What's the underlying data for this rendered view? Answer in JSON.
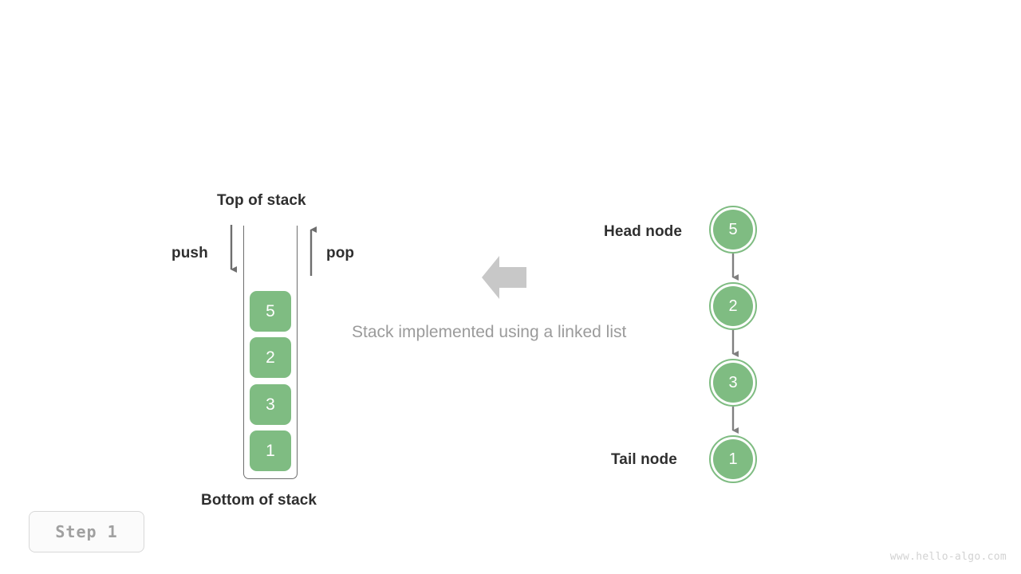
{
  "diagram": {
    "title_caption": "Stack implemented using a linked list",
    "accent_color": "#7fbc82",
    "arrow_color": "#6e6e6e",
    "big_arrow_color": "#c8c8c8",
    "text_color": "#2f2f2f",
    "muted_text_color": "#9b9b9b"
  },
  "stack": {
    "top_label": "Top of stack",
    "bottom_label": "Bottom of stack",
    "push_label": "push",
    "pop_label": "pop",
    "items": [
      {
        "value": "5"
      },
      {
        "value": "2"
      },
      {
        "value": "3"
      },
      {
        "value": "1"
      }
    ]
  },
  "linked_list": {
    "head_label": "Head node",
    "tail_label": "Tail node",
    "nodes": [
      {
        "value": "5"
      },
      {
        "value": "2"
      },
      {
        "value": "3"
      },
      {
        "value": "1"
      }
    ]
  },
  "footer": {
    "step_label": "Step 1",
    "watermark": "www.hello-algo.com"
  },
  "icons": {
    "push_arrow": "arrow-down-icon",
    "pop_arrow": "arrow-up-icon",
    "transform_arrow": "arrow-left-icon",
    "link_arrow": "arrow-down-icon"
  }
}
